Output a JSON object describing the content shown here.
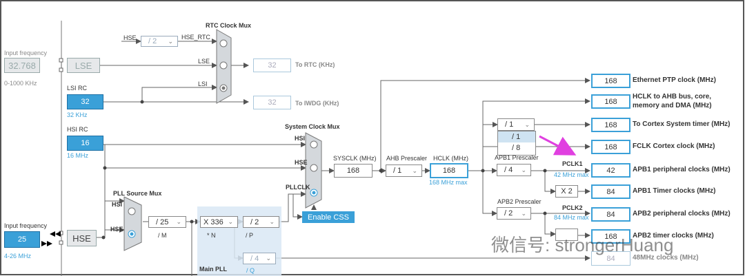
{
  "rtc_mux_title": "RTC Clock Mux",
  "sys_mux_title": "System Clock Mux",
  "pll_mux_title": "PLL Source Mux",
  "main_pll": "Main PLL",
  "input_freq_label": "Input frequency",
  "lse_freq": "32.768",
  "lse_range": "0-1000 KHz",
  "lse_label": "LSE",
  "lsi_rc": "LSI RC",
  "lsi_val": "32",
  "lsi_khz": "32 KHz",
  "hsi_rc": "HSI RC",
  "hsi_val": "16",
  "hsi_mhz": "16 MHz",
  "hse_label": "HSE",
  "hse_freq": "25",
  "hse_range": "4-26 MHz",
  "hse_rtc_src": "HSE",
  "hse_rtc_div": "/ 2",
  "hse_rtc": "HSE_RTC",
  "mux_lse": "LSE",
  "mux_lsi": "LSI",
  "rtc_val": "32",
  "rtc_to": "To RTC (KHz)",
  "iwdg_val": "32",
  "iwdg_to": "To IWDG (KHz)",
  "sys_hsi": "HSI",
  "sys_hse": "HSE",
  "sys_pllclk": "PLLCLK",
  "pll_hsi": "HSI",
  "pll_hse": "HSE",
  "enable_css": "Enable CSS",
  "sysclk_label": "SYSCLK (MHz)",
  "sysclk_val": "168",
  "ahb_label": "AHB Prescaler",
  "ahb_val": "/ 1",
  "hclk_label": "HCLK (MHz)",
  "hclk_val": "168",
  "hclk_max": "168 MHz max",
  "pllm_val": "/ 25",
  "pllm_label": "/ M",
  "plln_val": "X 336",
  "plln_label": "* N",
  "pllp_val": "/ 2",
  "pllp_label": "/ P",
  "pllq_val": "/ 4",
  "pllq_label": "/ Q",
  "cortex_div": "/ 1",
  "dropdown_opts": [
    "/ 1",
    "/ 8"
  ],
  "apb1_label": "APB1 Prescaler",
  "apb1_val": "/ 4",
  "apb2_label": "APB2 Prescaler",
  "apb2_val": "/ 2",
  "pclk1": "PCLK1",
  "pclk1_max": "42 MHz max",
  "pclk2": "PCLK2",
  "pclk2_max": "84 MHz max",
  "x2": "X 2",
  "outputs": [
    {
      "val": "168",
      "label": "Ethernet PTP clock (MHz)"
    },
    {
      "val": "168",
      "label": "HCLK to AHB bus, core,"
    },
    {
      "val": "168",
      "label": "To Cortex System timer (MHz)"
    },
    {
      "val": "168",
      "label": "FCLK Cortex clock (MHz)"
    },
    {
      "val": "42",
      "label": "APB1 peripheral clocks (MHz)"
    },
    {
      "val": "84",
      "label": "APB1 Timer clocks (MHz)"
    },
    {
      "val": "84",
      "label": "APB2 peripheral clocks (MHz)"
    },
    {
      "val": "168",
      "label": "APB2 timer clocks (MHz)"
    },
    {
      "val": "84",
      "label": "48MHz clocks (MHz)"
    }
  ],
  "hclk_label2": "memory and DMA (MHz)",
  "watermark": "微信号: strongerHuang"
}
